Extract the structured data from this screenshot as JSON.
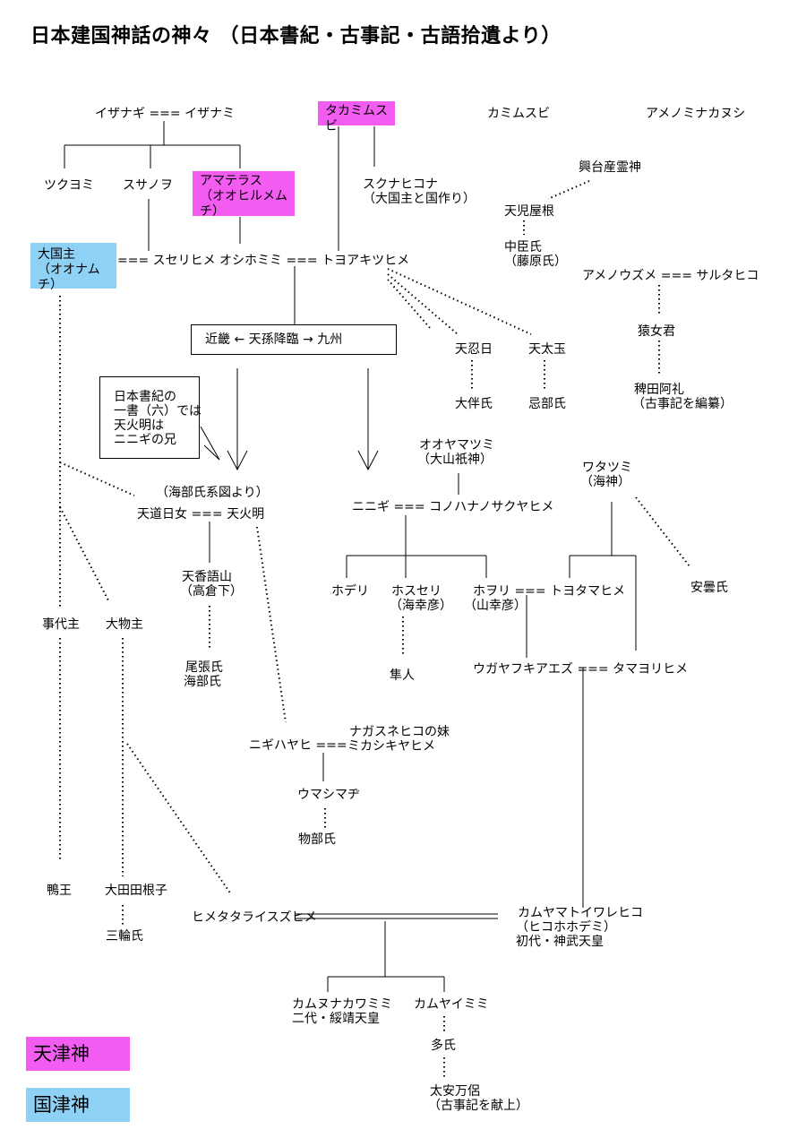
{
  "title": "日本建国神話の神々 （日本書紀・古事記・古語拾遺より）",
  "colors": {
    "amatsukami": "#f25cf0",
    "kunitsukami": "#8fd0f5",
    "line": "#000000"
  },
  "legend": {
    "amatsukami": "天津神",
    "kunitsukami": "国津神"
  },
  "nodes": {
    "izanagi_izanami": "イザナギ ===  イザナミ",
    "takamimusubi": "タカミムスビ",
    "kamimusubi": "カミムスビ",
    "amenominakanushi": "アメノミナカヌシ",
    "tsukuyomi": "ツクヨミ",
    "susanoo": "スサノヲ",
    "amaterasu": "アマテラス",
    "amaterasu_alt": "（オオヒルメムチ）",
    "sukunahikona": "スクナヒコナ",
    "sukunahikona_note": "（大国主と国作り）",
    "koshitokoromusubi": "興台産霊神",
    "amenokoyane": "天児屋根",
    "nakatomi": "中臣氏",
    "nakatomi_note": "（藤原氏）",
    "okuninushi": "大国主",
    "okuninushi_alt": "（オオナムチ）",
    "suserihime": "=== スセリヒメ",
    "oshihomimi": "オシホミミ  ===  トヨアキツヒメ",
    "amenouzume": "アメノウズメ  ===  サルタヒコ",
    "sarumenokimi": "猿女君",
    "hieda": "稗田阿礼",
    "hieda_note": "（古事記を編纂）",
    "descent": "近畿  ←  天孫降臨  →  九州",
    "amenooshihi": "天忍日",
    "otomo": "大伴氏",
    "amenofutodama": "天太玉",
    "inbe": "忌部氏",
    "note_lines": [
      "日本書紀の",
      "一書（六）では",
      "天火明は",
      "ニニギの兄"
    ],
    "ooyamatsumi": "オオヤマツミ",
    "ooyamatsumi_alt": "（大山祇神）",
    "watatsumi": "ワタツミ",
    "watatsumi_alt": "（海神）",
    "amabe_note": "（海部氏系図より）",
    "amenomichihime": "天道日女 ===  天火明",
    "ninigi": "ニニギ  ===  コノハナノサクヤヒメ",
    "azumi": "安曇氏",
    "amenokaguyama": "天香語山",
    "amenokaguyama_alt": "（高倉下）",
    "hoderi": "ホデリ",
    "hosuseri": "ホスセリ",
    "hosuseri_alt": "（海幸彦）",
    "hoori": "ホヲリ  ===  トヨタマヒメ",
    "hoori_alt": "（山幸彦）",
    "kotoshironushi": "事代主",
    "omononushi": "大物主",
    "owari": "尾張氏",
    "amabe": "海部氏",
    "hayato": "隼人",
    "ugaya": "ウガヤフキアエズ  ===  タマヨリヒメ",
    "nagasunehiko_sister": "ナガスネヒコの妹",
    "mikashikiyahime": "ミカシキヤヒメ",
    "nigihayahi": "ニギハヤヒ  ===",
    "umashimaji": "ウマシマヂ",
    "mononobe": "物部氏",
    "kamo": "鴨王",
    "otataneko": "大田田根子",
    "miwa": "三輪氏",
    "himetatara": "ヒメタタライスズヒメ",
    "jimmu": "カムヤマトイワレヒコ",
    "jimmu_alt": "（ヒコホホデミ）",
    "jimmu_title": "初代・神武天皇",
    "suizei": "カムヌナカワミミ",
    "suizei_title": "二代・綏靖天皇",
    "kamuyaimimi": "カムヤイミミ",
    "o_clan": "多氏",
    "oonoyasumaro": "太安万侶",
    "oonoyasumaro_note": "（古事記を献上）"
  }
}
